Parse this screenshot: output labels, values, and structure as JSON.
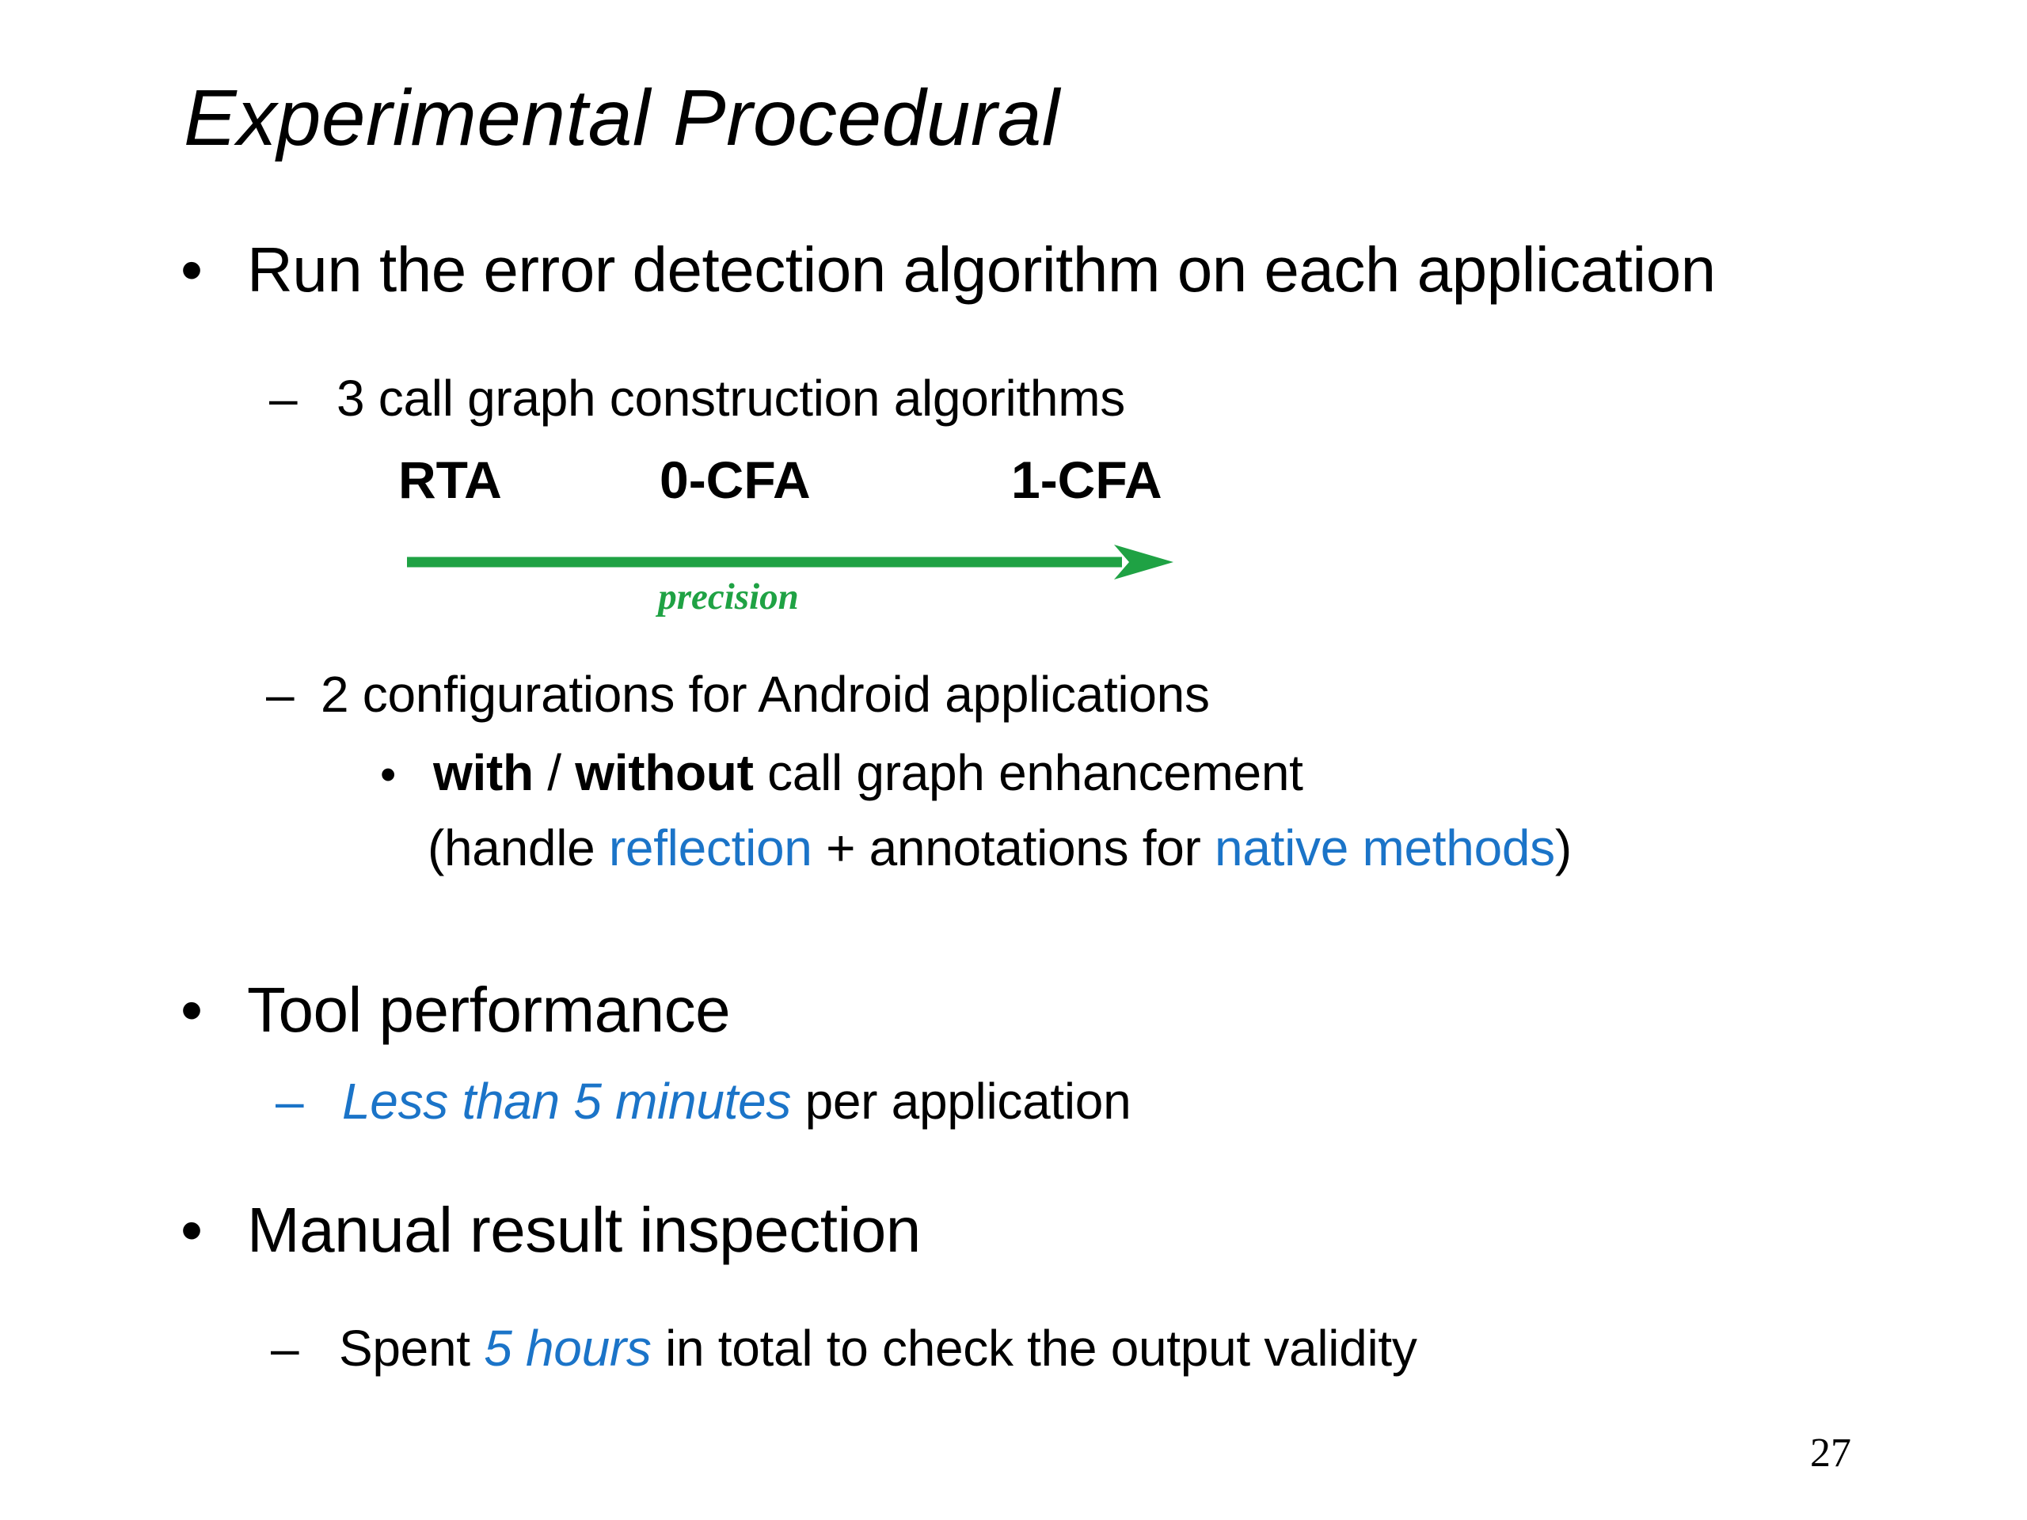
{
  "colors": {
    "background": "#FFFFFF",
    "text": "#000000",
    "accent_blue": "#1B74C8",
    "accent_green": "#1FA244"
  },
  "slide": {
    "title": "Experimental Procedural",
    "page_number": "27",
    "bullet_marker": "•",
    "dash_marker": "–",
    "bullet1": {
      "text": "Run the error detection algorithm on each application",
      "sub_algorithms": {
        "text": "3 call graph construction algorithms",
        "labels": [
          "RTA",
          "0-CFA",
          "1-CFA"
        ],
        "arrow_label": "precision"
      },
      "sub_configs": {
        "text": "2 configurations for Android applications",
        "enhancement": {
          "with": "with",
          "slash": " / ",
          "without": "without",
          "rest": " call graph enhancement"
        },
        "paren": {
          "open": "(handle ",
          "reflection": "reflection",
          "mid": " + annotations for ",
          "native": "native methods",
          "close": ")"
        }
      }
    },
    "bullet2": {
      "text": "Tool performance",
      "sub": {
        "highlight": "Less than 5 minutes",
        "rest": " per application"
      }
    },
    "bullet3": {
      "text": "Manual result inspection",
      "sub": {
        "lead": "Spent ",
        "highlight": "5 hours",
        "rest": " in total to check the output validity"
      }
    }
  }
}
